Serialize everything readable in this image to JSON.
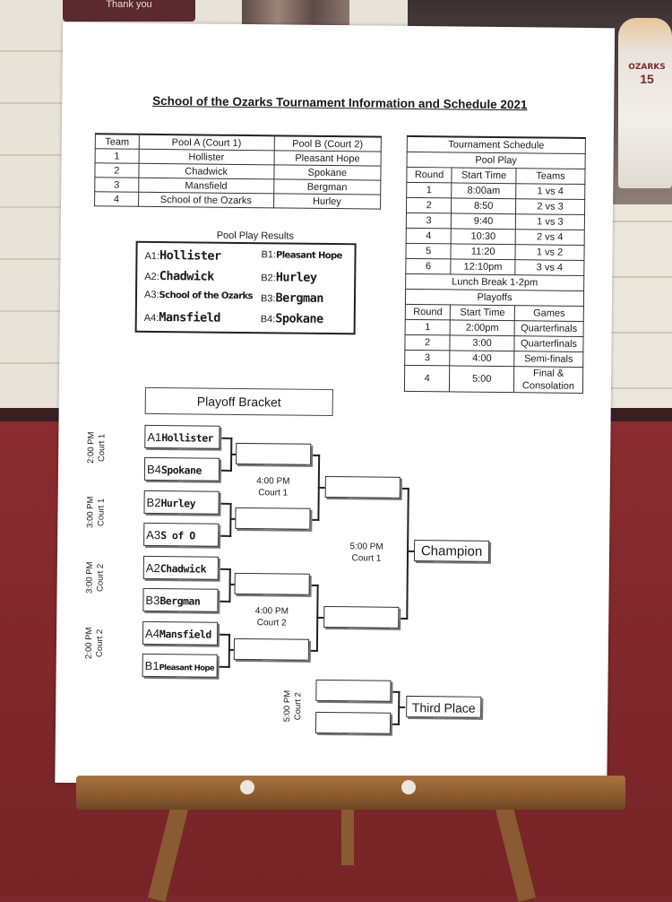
{
  "background": {
    "sign_text": "Thank you",
    "jersey_text": "OZARKS",
    "jersey_number": "15"
  },
  "poster": {
    "title": "School of the Ozarks Tournament Information and Schedule 2021",
    "pools": {
      "headers": [
        "Team",
        "Pool A (Court 1)",
        "Pool B (Court 2)"
      ],
      "rows": [
        [
          "1",
          "Hollister",
          "Pleasant Hope"
        ],
        [
          "2",
          "Chadwick",
          "Spokane"
        ],
        [
          "3",
          "Mansfield",
          "Bergman"
        ],
        [
          "4",
          "School of the Ozarks",
          "Hurley"
        ]
      ]
    },
    "schedule": {
      "title": "Tournament Schedule",
      "pool_play_label": "Pool Play",
      "pool_headers": [
        "Round",
        "Start Time",
        "Teams"
      ],
      "pool_rows": [
        [
          "1",
          "8:00am",
          "1 vs 4"
        ],
        [
          "2",
          "8:50",
          "2 vs 3"
        ],
        [
          "3",
          "9:40",
          "1 vs 3"
        ],
        [
          "4",
          "10:30",
          "2 vs 4"
        ],
        [
          "5",
          "11:20",
          "1 vs 2"
        ],
        [
          "6",
          "12:10pm",
          "3 vs 4"
        ]
      ],
      "lunch": "Lunch Break 1-2pm",
      "playoffs_label": "Playoffs",
      "playoff_headers": [
        "Round",
        "Start Time",
        "Games"
      ],
      "playoff_rows": [
        [
          "1",
          "2:00pm",
          "Quarterfinals"
        ],
        [
          "2",
          "3:00",
          "Quarterfinals"
        ],
        [
          "3",
          "4:00",
          "Semi-finals"
        ],
        [
          "4",
          "5:00",
          "Final & Consolation"
        ]
      ]
    },
    "results": {
      "heading": "Pool Play Results",
      "items": [
        {
          "seed": "A1:",
          "team": "Hollister"
        },
        {
          "seed": "B1:",
          "team": "Pleasant Hope"
        },
        {
          "seed": "A2:",
          "team": "Chadwick"
        },
        {
          "seed": "B2:",
          "team": "Hurley"
        },
        {
          "seed": "A3:",
          "team": "School of the Ozarks"
        },
        {
          "seed": "B3:",
          "team": "Bergman"
        },
        {
          "seed": "A4:",
          "team": "Mansfield"
        },
        {
          "seed": "B4:",
          "team": "Spokane"
        }
      ]
    },
    "bracket": {
      "title": "Playoff Bracket",
      "seeds": [
        {
          "seed": "A1",
          "team": "Hollister"
        },
        {
          "seed": "B4",
          "team": "Spokane"
        },
        {
          "seed": "B2",
          "team": "Hurley"
        },
        {
          "seed": "A3",
          "team": "S of O"
        },
        {
          "seed": "A2",
          "team": "Chadwick"
        },
        {
          "seed": "B3",
          "team": "Bergman"
        },
        {
          "seed": "A4",
          "team": "Mansfield"
        },
        {
          "seed": "B1",
          "team": "Pleasant Hope"
        }
      ],
      "side_labels": [
        {
          "time": "2:00 PM",
          "court": "Court 1"
        },
        {
          "time": "3:00 PM",
          "court": "Court 1"
        },
        {
          "time": "3:00 PM",
          "court": "Court 2"
        },
        {
          "time": "2:00 PM",
          "court": "Court 2"
        }
      ],
      "semi_labels": [
        {
          "time": "4:00 PM",
          "court": "Court 1"
        },
        {
          "time": "4:00 PM",
          "court": "Court 2"
        }
      ],
      "final_label": {
        "time": "5:00 PM",
        "court": "Court 1"
      },
      "third_label": {
        "time": "5:00 PM",
        "court": "Court 2"
      },
      "champion": "Champion",
      "third_place": "Third Place"
    }
  }
}
